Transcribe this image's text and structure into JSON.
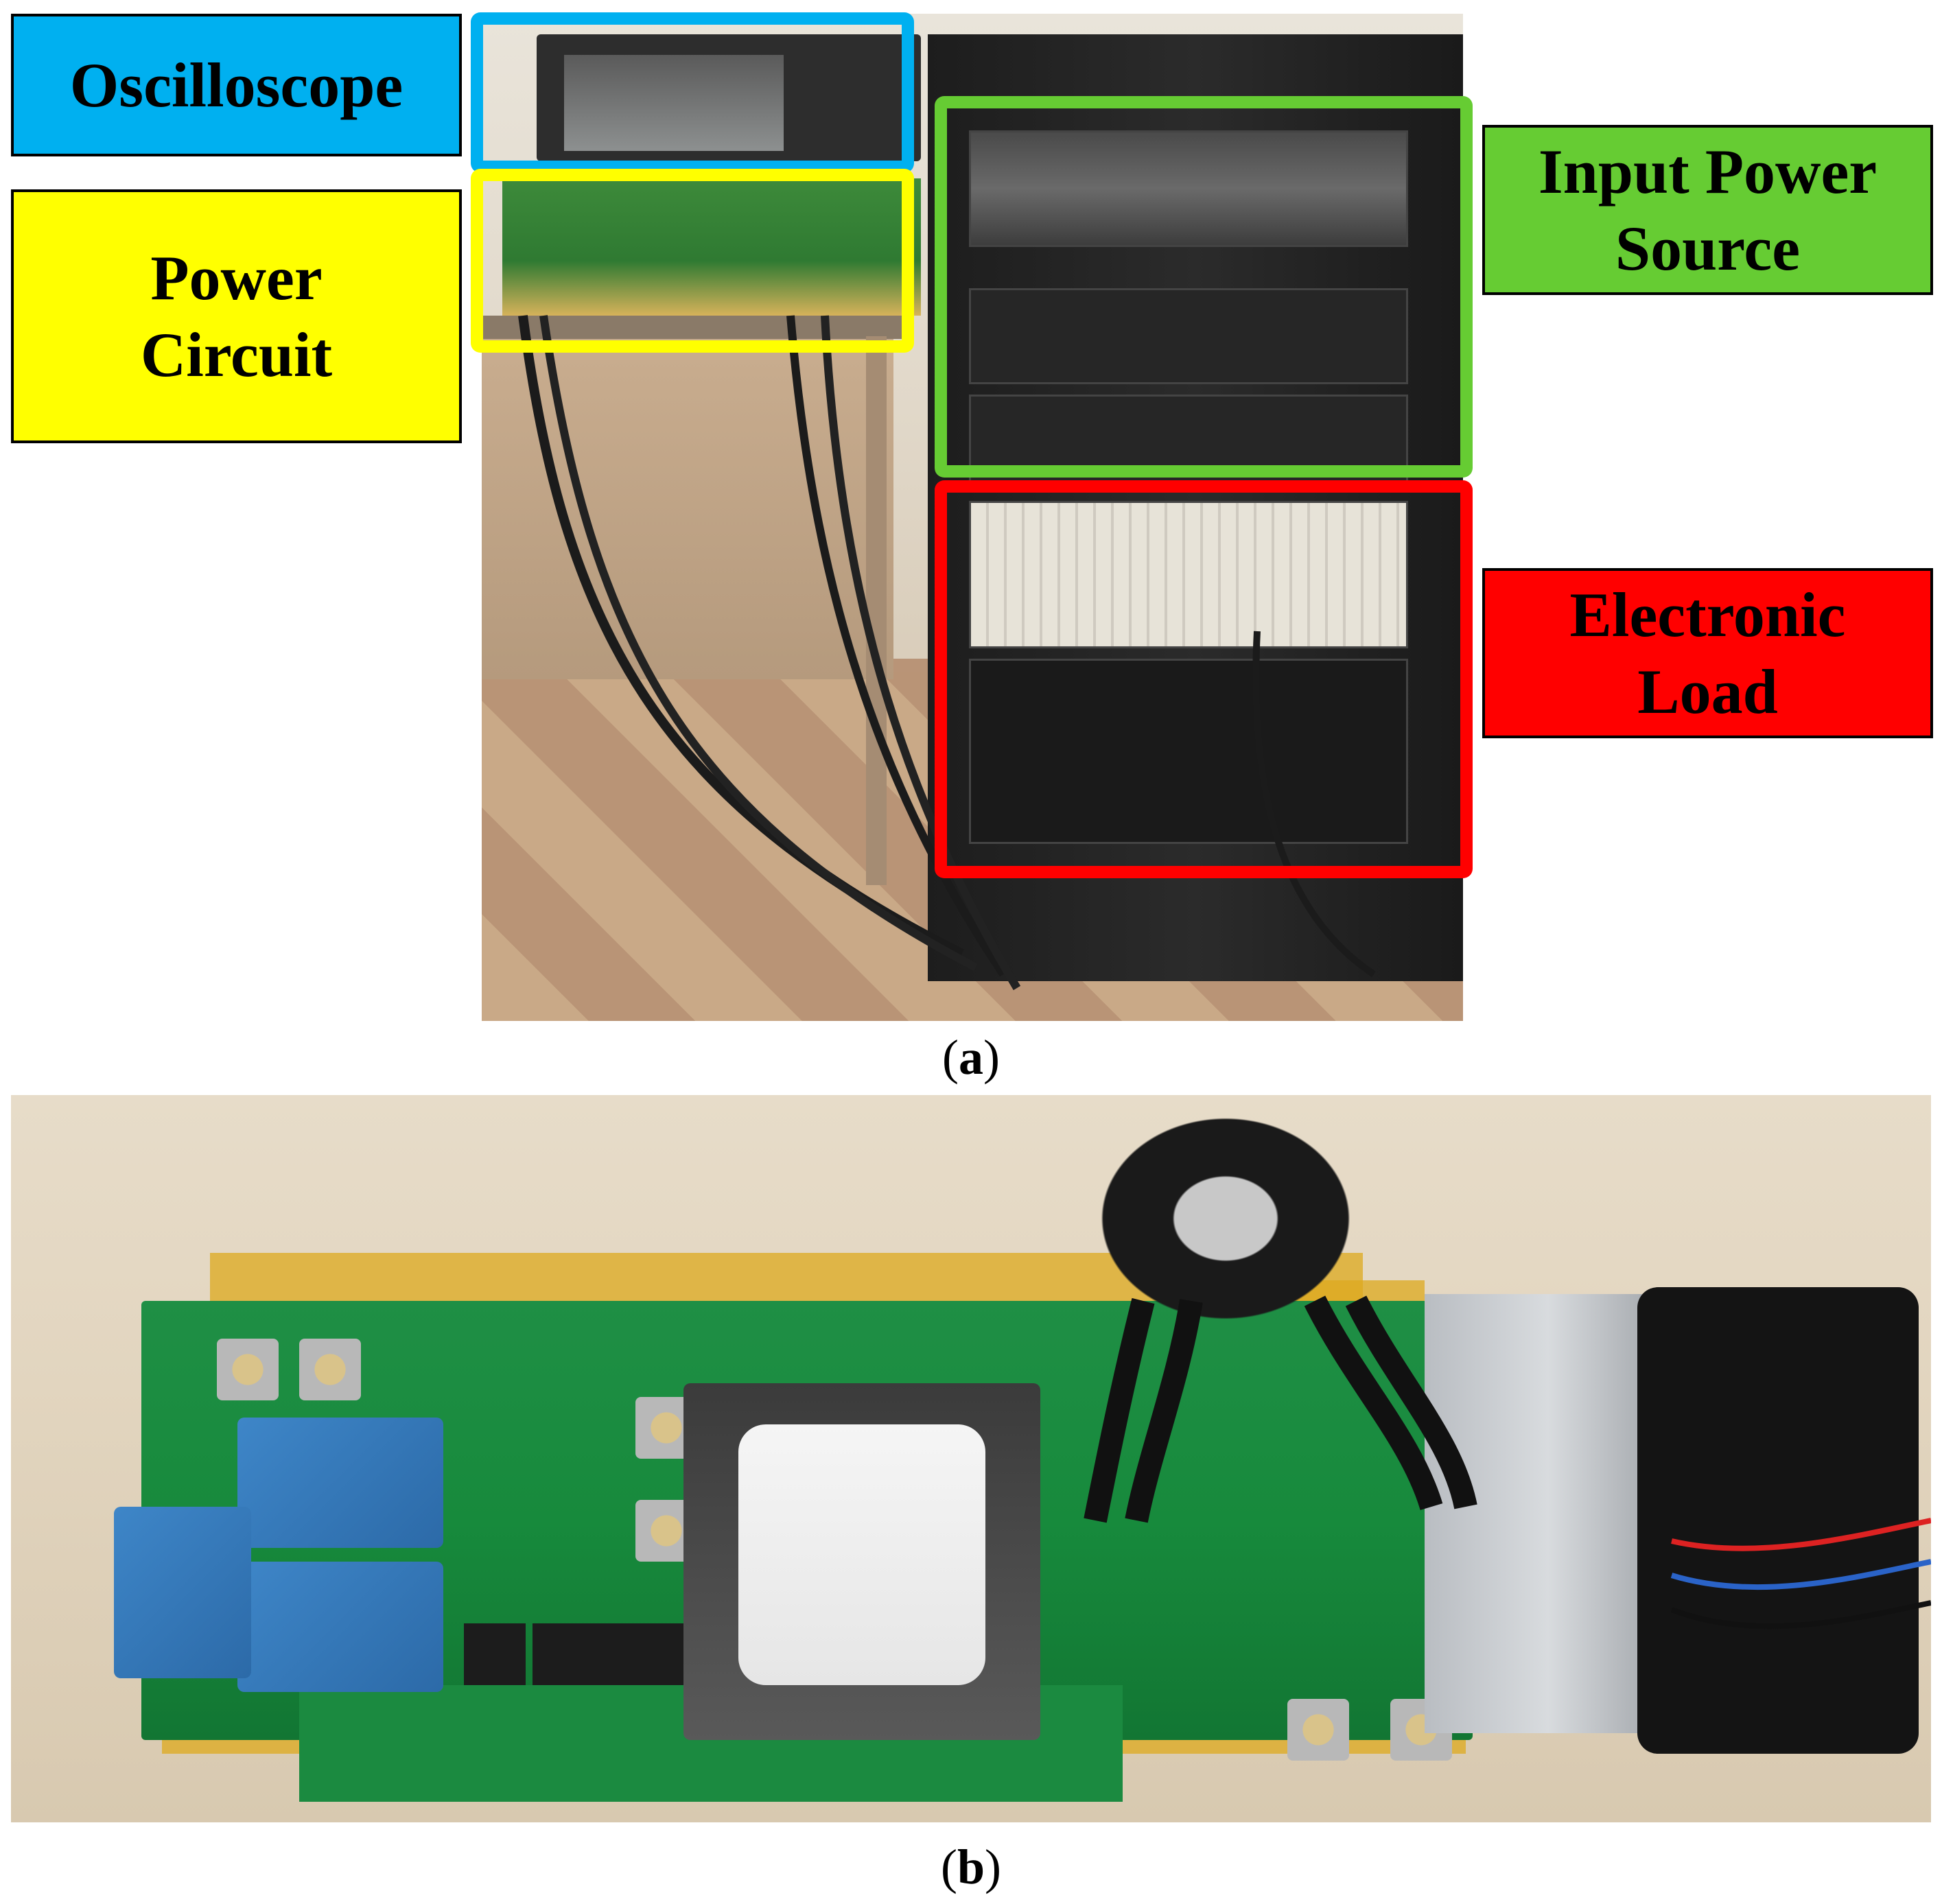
{
  "labels": {
    "oscilloscope": "Oscilloscope",
    "power_circuit_line1": "Power",
    "power_circuit_line2": "Circuit",
    "input_power_source_line1": "Input Power",
    "input_power_source_line2": "Source",
    "electronic_load_line1": "Electronic",
    "electronic_load_line2": "Load"
  },
  "colors": {
    "oscilloscope": "#00b0f0",
    "power_circuit": "#ffff00",
    "input_power_source": "#66cc33",
    "electronic_load": "#ff0000"
  },
  "captions": {
    "a_open": "(",
    "a_letter": "a",
    "a_close": ")",
    "b_open": "(",
    "b_letter": "b",
    "b_close": ")"
  }
}
